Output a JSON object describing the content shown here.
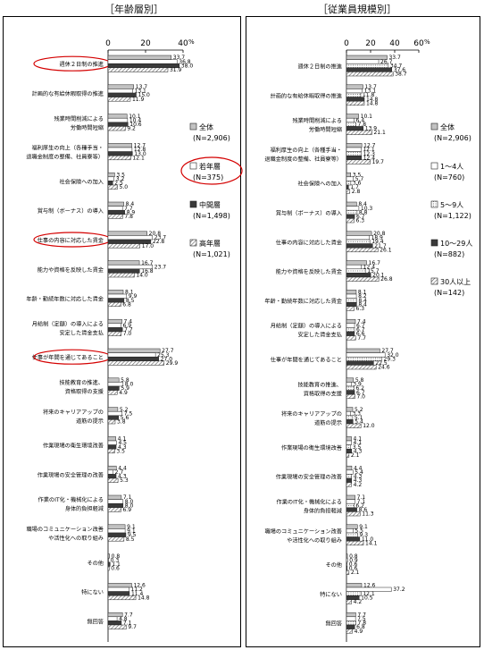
{
  "titles": {
    "left": "［年齢層別］",
    "right": "［従業員規模別］"
  },
  "axis": {
    "ticks": [
      "0",
      "20",
      "40",
      "0",
      "20",
      "40",
      "60"
    ],
    "unit_left": "%",
    "unit_right": "%"
  },
  "chart_data": [
    {
      "type": "bar",
      "orientation": "horizontal",
      "title": "［年齢層別］",
      "xlim": [
        0,
        40
      ],
      "xticks": [
        0,
        20,
        40
      ],
      "unit": "%",
      "legend": "right",
      "categories": [
        "週休２日制の推進",
        "計画的な有給休暇取得の推進",
        "残業時間削減による|労働時間短縮",
        "福利厚生の向上（各種手当・|退職金制度の整備、社員寮等）",
        "社会保険への加入",
        "賞与制（ボーナス）の導入",
        "仕事の内容に対応した賃金",
        "能力や資格を反映した賃金",
        "年齢・勤続年数に対応した賃金",
        "月給制（定額）の導入による|安定した賃金支払",
        "仕事が年間を通じてあること",
        "技能教育の推進、|資格取得の支援",
        "将来のキャリアアップの|道筋の提示",
        "作業現場の衛生環境改善",
        "作業現場の安全管理の改善",
        "作業のIT化・機械化による|身体的負担軽減",
        "職場のコミュニケーション改善|や活性化への取り組み",
        "その他",
        "特にない",
        "無回答"
      ],
      "series": [
        {
          "name": "全体",
          "sub": "(N=2,906)",
          "values": [
            33.7,
            13.7,
            10.1,
            12.7,
            3.5,
            8.4,
            20.8,
            16.7,
            8.1,
            7.4,
            27.7,
            5.8,
            5.2,
            4.1,
            4.4,
            7.1,
            9.1,
            0.8,
            12.6,
            7.7
          ]
        },
        {
          "name": "若年層",
          "sub": "(N=375)",
          "values": [
            36.8,
            13.1,
            10.4,
            12.8,
            3.2,
            7.7,
            23.7,
            23.7,
            9.9,
            6.9,
            25.3,
            8.0,
            7.5,
            4.5,
            2.7,
            8.0,
            9.1,
            0.3,
            11.2,
            4.8
          ]
        },
        {
          "name": "中間層",
          "sub": "(N=1,498)",
          "values": [
            38.0,
            15.0,
            10.6,
            13.0,
            2.5,
            8.9,
            22.8,
            16.8,
            8.5,
            7.7,
            27.0,
            5.9,
            5.6,
            4.3,
            4.3,
            8.0,
            9.5,
            1.1,
            11.4,
            7.1
          ]
        },
        {
          "name": "高年層",
          "sub": "(N=1,021)",
          "values": [
            31.9,
            11.9,
            9.2,
            12.1,
            5.0,
            7.8,
            17.0,
            14.0,
            6.8,
            7.0,
            29.9,
            4.9,
            3.8,
            3.5,
            5.3,
            6.9,
            8.5,
            0.6,
            14.8,
            9.7
          ]
        }
      ]
    },
    {
      "type": "bar",
      "orientation": "horizontal",
      "title": "［従業員規模別］",
      "xlim": [
        0,
        60
      ],
      "xticks": [
        0,
        20,
        40,
        60
      ],
      "unit": "%",
      "legend": "right",
      "categories": [
        "週休２日制の推進",
        "計画的な有給休暇取得の推進",
        "残業時間削減による|労働時間短縮",
        "福利厚生の向上（各種手当・|退職金制度の整備、社員寮等）",
        "社会保険への加入",
        "賞与制（ボーナス）の導入",
        "仕事の内容に対応した賃金",
        "能力や資格を反映した賃金",
        "年齢・勤続年数に対応した賃金",
        "月給制（定額）の導入による|安定した賃金支払",
        "仕事が年間を通じてあること",
        "技能教育の推進、|資格取得の支援",
        "将来のキャリアアップの|道筋の提示",
        "作業現場の衛生環境改善",
        "作業現場の安全管理の改善",
        "作業のIT化・機械化による|身体的負担軽減",
        "職場のコミュニケーション改善|や活性化への取り組み",
        "その他",
        "特にない",
        "無回答"
      ],
      "series": [
        {
          "name": "全体",
          "sub": "(N=2,906)",
          "values": [
            33.7,
            13.7,
            10.1,
            12.7,
            3.5,
            8.4,
            20.8,
            16.7,
            8.1,
            7.4,
            27.7,
            5.8,
            5.2,
            4.1,
            4.4,
            7.1,
            9.1,
            0.8,
            12.6,
            7.7
          ]
        },
        {
          "name": "1～4人",
          "sub": "(N=760)",
          "values": [
            26.7,
            13.1,
            6.4,
            12.1,
            5.7,
            10.3,
            18.9,
            12.4,
            8.2,
            6.7,
            32.0,
            3.9,
            3.3,
            4.1,
            5.4,
            7.1,
            5.5,
            0.9,
            37.2,
            7.5
          ]
        },
        {
          "name": "5～9人",
          "sub": "(N=1,122)",
          "values": [
            34.7,
            11.8,
            7.8,
            12.3,
            3.6,
            8.8,
            19.4,
            15.7,
            8.4,
            6.7,
            29.3,
            6.2,
            5.1,
            3.5,
            4.3,
            6.2,
            9.3,
            0.6,
            12.1,
            7.8
          ]
        },
        {
          "name": "10～29人",
          "sub": "(N=882)",
          "values": [
            37.6,
            14.8,
            13.9,
            12.4,
            1.7,
            6.7,
            21.7,
            20.1,
            8.4,
            6.6,
            22.5,
            6.7,
            5.4,
            4.3,
            4.3,
            8.6,
            11.0,
            0.6,
            10.5,
            6.8
          ]
        },
        {
          "name": "30人以上",
          "sub": "(N=142)",
          "values": [
            38.7,
            14.8,
            21.1,
            19.7,
            2.8,
            6.3,
            26.1,
            26.8,
            6.3,
            7.7,
            24.6,
            7.0,
            12.0,
            2.1,
            4.2,
            11.3,
            14.1,
            2.1,
            4.2,
            4.9
          ]
        }
      ]
    }
  ],
  "colors": {
    "left": [
      "#c2c2c2",
      "#ffffff",
      "#3a3a3a",
      "#ffffff"
    ],
    "right": [
      "#c2c2c2",
      "#ffffff",
      "#ffffff",
      "#3a3a3a",
      "#ffffff"
    ],
    "highlight": "#d40000"
  },
  "patterns": {
    "left": [
      "solid",
      "solid",
      "solid",
      "hatch"
    ],
    "right": [
      "solid",
      "solid",
      "dots",
      "solid",
      "hatch"
    ]
  },
  "highlights": {
    "left_categories": [
      0,
      6,
      10
    ],
    "left_legend": [
      1
    ]
  }
}
